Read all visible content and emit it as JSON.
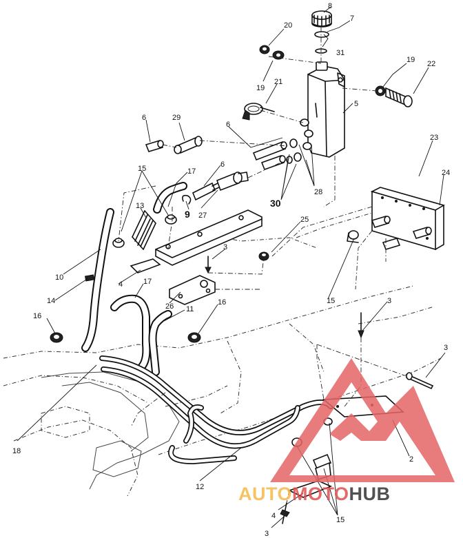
{
  "callouts": [
    "8",
    "7",
    "20",
    "31",
    "19",
    "22",
    "19",
    "21",
    "5",
    "6",
    "29",
    "6",
    "23",
    "24",
    "6",
    "28",
    "15",
    "17",
    "30",
    "13",
    "27",
    "9",
    "25",
    "3",
    "10",
    "14",
    "4",
    "17",
    "26",
    "11",
    "16",
    "15",
    "16",
    "3",
    "3",
    "18",
    "2",
    "12",
    "4",
    "15",
    "3"
  ],
  "watermark": {
    "part1": "AUTO",
    "part2": "MOTO",
    "part3": "HUB",
    "color_orange": "#f5b84a",
    "color_red": "#e05050",
    "color_dark": "#333333"
  }
}
